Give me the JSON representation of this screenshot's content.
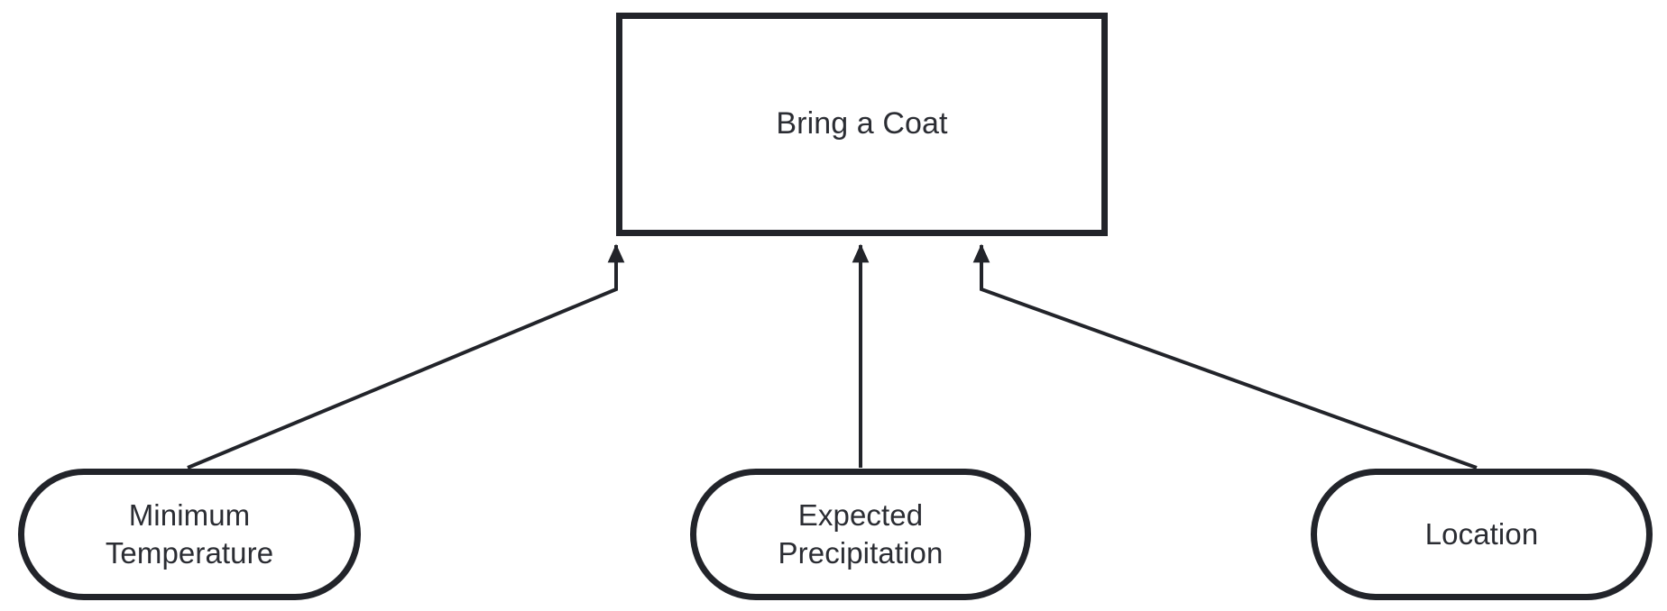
{
  "diagram": {
    "type": "influence-diagram",
    "background_color": "#ffffff",
    "stroke_color": "#22242a",
    "text_color": "#2b2d33",
    "decision_node": {
      "id": "bring-a-coat",
      "label": "Bring a Coat",
      "shape": "rectangle"
    },
    "input_nodes": [
      {
        "id": "minimum-temperature",
        "label": "Minimum\nTemperature",
        "shape": "rounded-rectangle"
      },
      {
        "id": "expected-precipitation",
        "label": "Expected\nPrecipitation",
        "shape": "rounded-rectangle"
      },
      {
        "id": "location",
        "label": "Location",
        "shape": "rounded-rectangle"
      }
    ],
    "edges": [
      {
        "from": "minimum-temperature",
        "to": "bring-a-coat",
        "arrowhead": "filled-triangle"
      },
      {
        "from": "expected-precipitation",
        "to": "bring-a-coat",
        "arrowhead": "filled-triangle"
      },
      {
        "from": "location",
        "to": "bring-a-coat",
        "arrowhead": "filled-triangle"
      }
    ]
  }
}
